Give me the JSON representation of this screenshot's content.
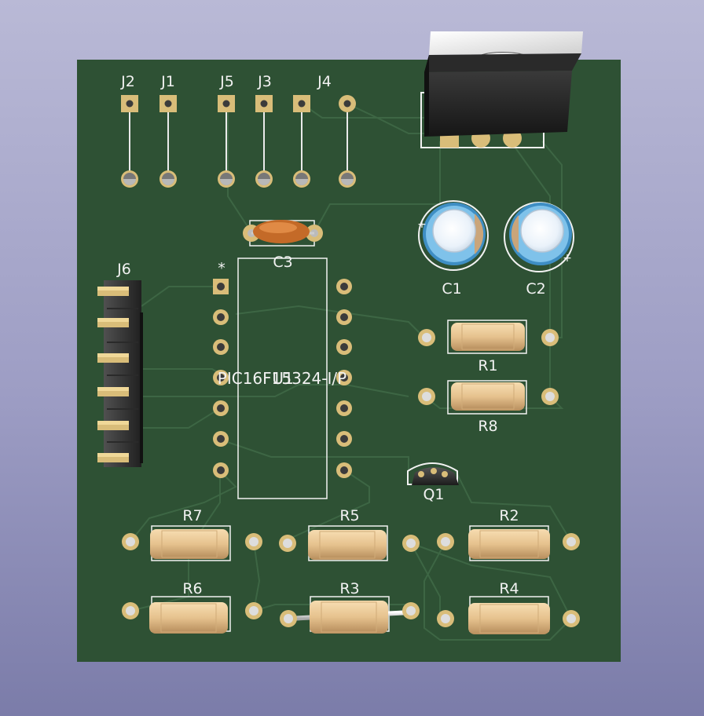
{
  "board": {
    "colors": {
      "substrate": "#2e5134",
      "trace": "#3d6644",
      "pad": "#d9bd79",
      "silkscreen": "#f2f2f2",
      "background_top": "#b9b9d6",
      "background_bottom": "#7b7ca9"
    }
  },
  "labels": {
    "j1": "J1",
    "j2": "J2",
    "j3": "J3",
    "j4": "J4",
    "j5": "J5",
    "j6": "J6",
    "c1": "C1",
    "c2": "C2",
    "c3": "C3",
    "r1": "R1",
    "r2": "R2",
    "r3": "R3",
    "r4": "R4",
    "r5": "R5",
    "r6": "R6",
    "r7": "R7",
    "r8": "R8",
    "q1": "Q1",
    "u1_value": "PIC16F15324-I/P",
    "u1_ref": "U1",
    "pin1_marker": "*",
    "c1_plus": "+",
    "c2_plus": "+"
  },
  "icons": {
    "regulator": "to220-regulator-icon",
    "electrolytic": "electrolytic-capacitor-icon",
    "ceramic": "ceramic-capacitor-icon",
    "resistor": "resistor-icon",
    "transistor": "to92-transistor-icon",
    "header": "pin-header-icon"
  }
}
